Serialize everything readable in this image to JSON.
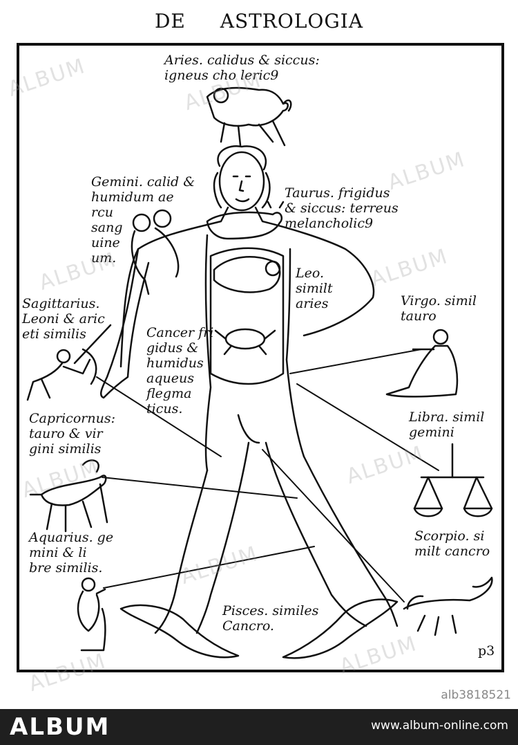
{
  "title": "DE ASTROLOGIA",
  "labels": {
    "aries": "Aries. calidus & siccus:\nigneus cho    leric9",
    "gemini": "Gemini. calid &\nhumidum  ae\nrcu\nsang\nuine\num.",
    "taurus": "Taurus. frigidus\n& siccus: terreus\nmelancholic9",
    "leo": "Leo.\nsimilt\naries",
    "sagittarius": "Sagittarius.\nLeoni & aric\neti similis",
    "cancer": "Cancer fri\ngidus &\nhumidus\naqueus\nflegma\nticus.",
    "virgo": "Virgo. simil\ntauro",
    "libra": "Libra. simil\ngemini",
    "capricornus": "Capricornus:\ntauro & vir\ngini similis",
    "scorpio": "Scorpio. si\nmilt cancro",
    "aquarius": "Aquarius. ge\nmini & li\nbre similis.",
    "pisces": "Pisces. similes\nCancro.",
    "page": "p3"
  },
  "watermark": "ALBUM",
  "image_id": "alb3818521",
  "footer": {
    "brand": "ALBUM",
    "site": "www.album-online.com"
  }
}
